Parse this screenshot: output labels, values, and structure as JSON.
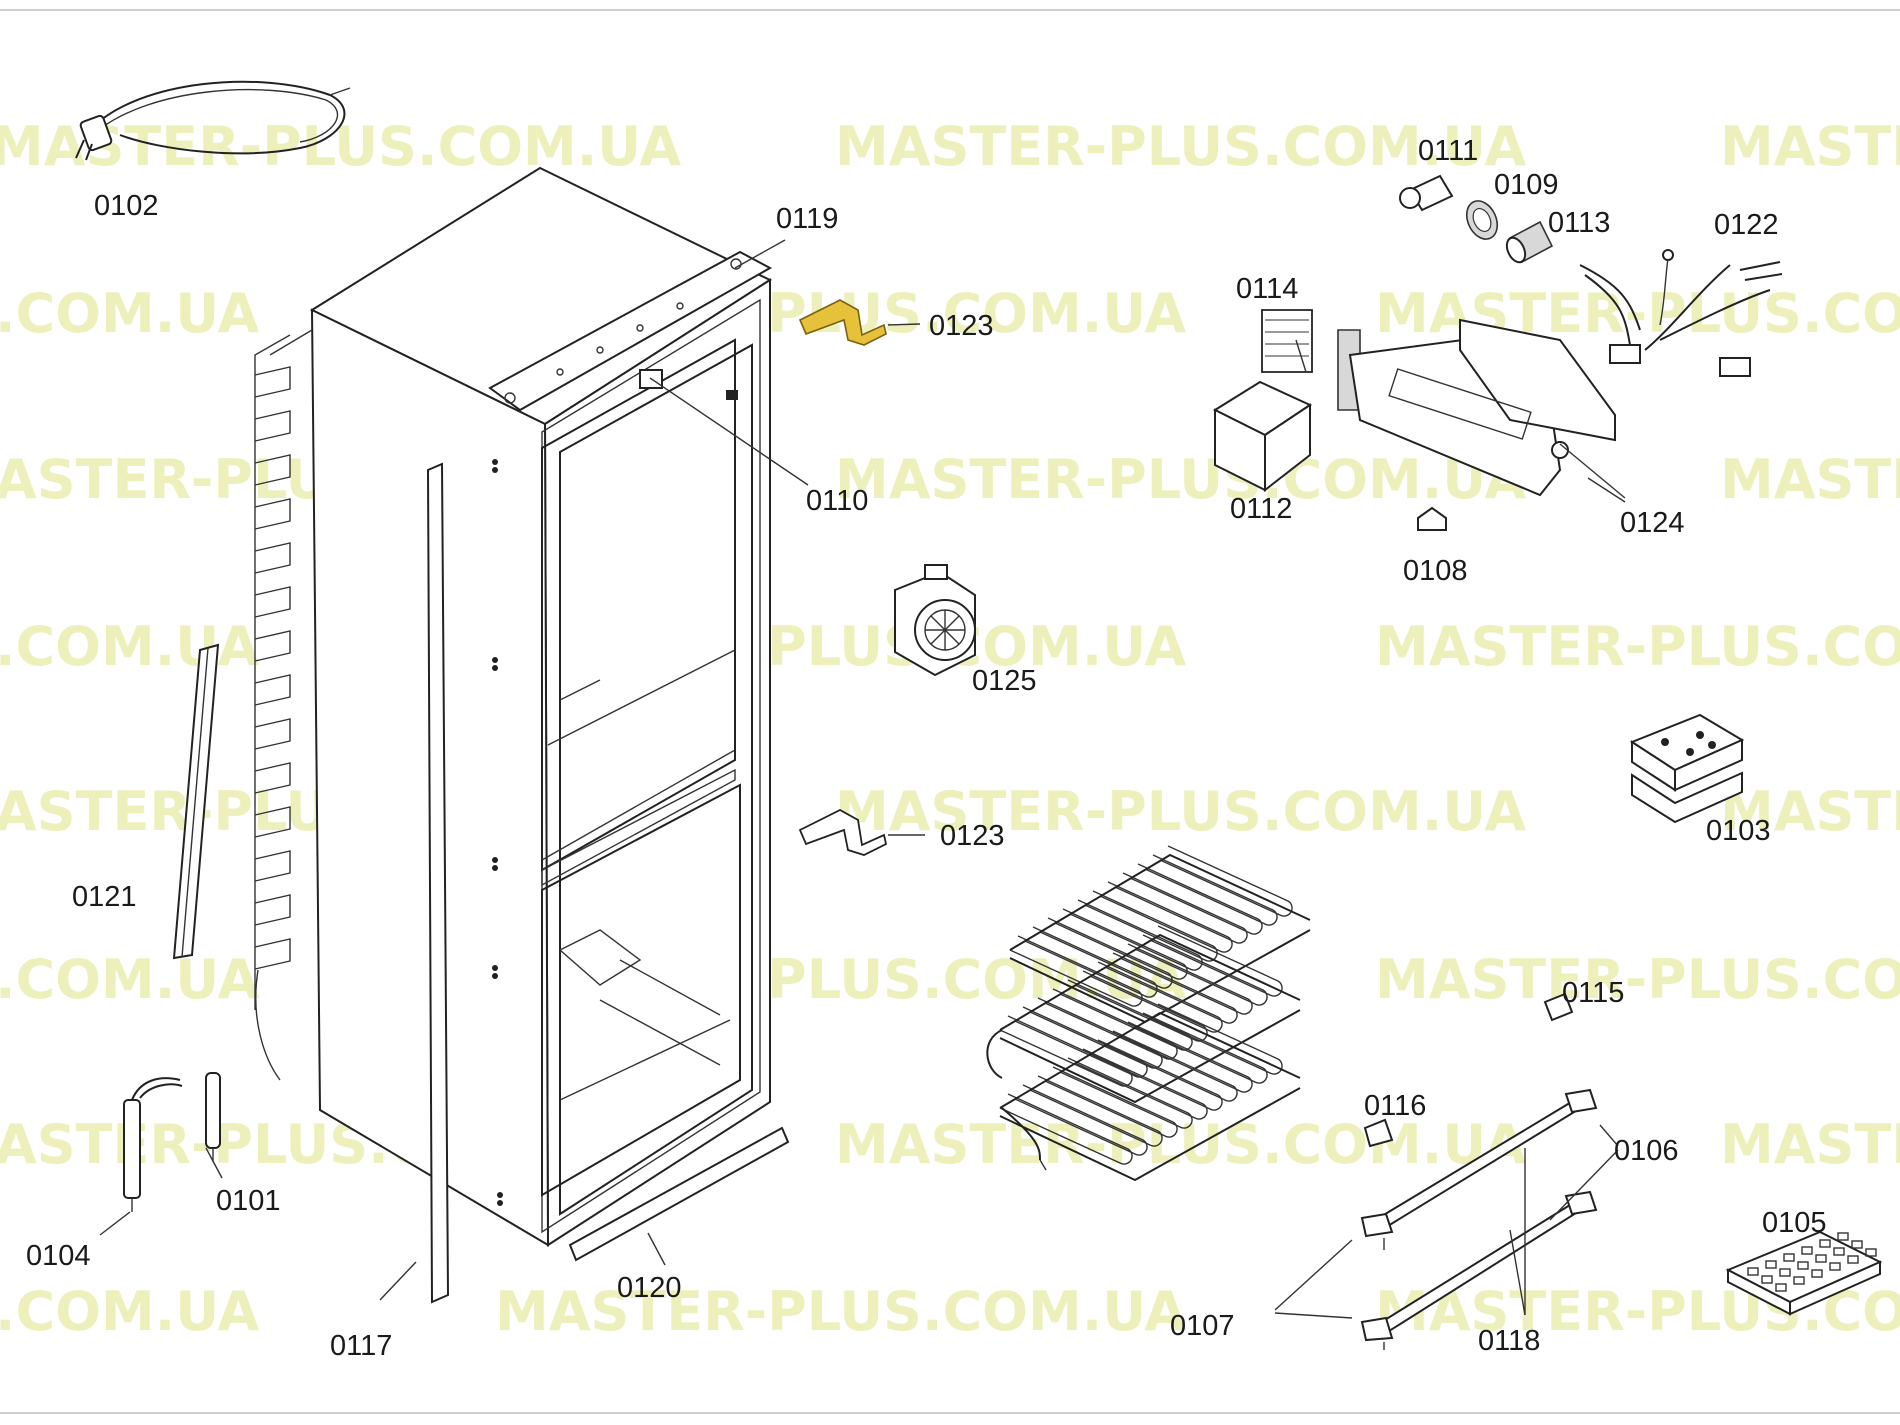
{
  "watermark": {
    "text": "MASTER-PLUS.COM.UA",
    "short": ".COM.UA",
    "start": "ASTER-PLUS.COM.UA",
    "cut": "MASTE"
  },
  "accent_color": "#e6c23a",
  "parts": {
    "p0101": "0101",
    "p0102": "0102",
    "p0103": "0103",
    "p0104": "0104",
    "p0105": "0105",
    "p0106": "0106",
    "p0107": "0107",
    "p0108": "0108",
    "p0109": "0109",
    "p0110": "0110",
    "p0111": "0111",
    "p0112": "0112",
    "p0113": "0113",
    "p0114": "0114",
    "p0115": "0115",
    "p0116": "0116",
    "p0117": "0117",
    "p0118": "0118",
    "p0119": "0119",
    "p0120": "0120",
    "p0121": "0121",
    "p0122": "0122",
    "p0123a": "0123",
    "p0123b": "0123",
    "p0124": "0124",
    "p0125": "0125"
  }
}
